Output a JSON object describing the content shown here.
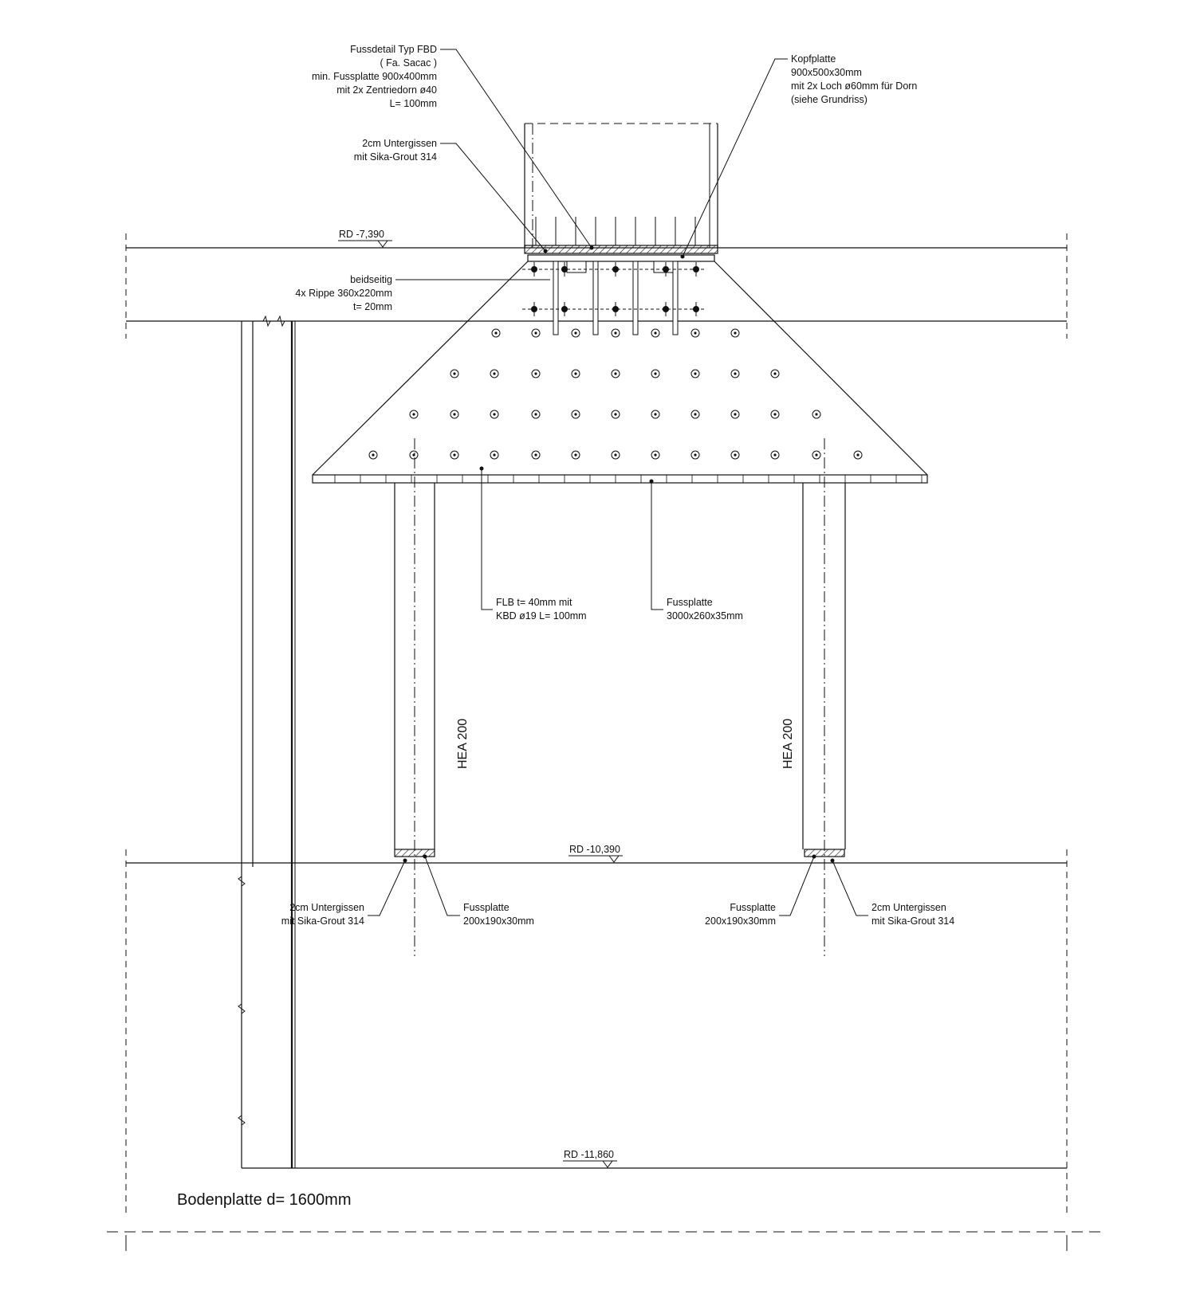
{
  "colors": {
    "ink": "#111111",
    "background": "#ffffff"
  },
  "levels": {
    "top": "RD -7,390",
    "middle": "RD -10,390",
    "bottom": "RD -11,860"
  },
  "annotations": {
    "fussdetail": [
      "Fussdetail Typ FBD",
      "( Fa. Sacac )",
      "min. Fussplatte 900x400mm",
      "mit 2x Zentriedorn ø40",
      "L= 100mm"
    ],
    "untergiessen_top": [
      "2cm Untergissen",
      "mit Sika-Grout 314"
    ],
    "kopfplatte": [
      "Kopfplatte",
      "900x500x30mm",
      "mit 2x Loch ø60mm für Dorn",
      "(siehe Grundriss)"
    ],
    "rippe": [
      "beidseitig",
      "4x Rippe 360x220mm",
      "t= 20mm"
    ],
    "flb": [
      "FLB  t= 40mm mit",
      "KBD ø19  L= 100mm"
    ],
    "fussplatte_main": [
      "Fussplatte",
      "3000x260x35mm"
    ],
    "untergiessen_left": [
      "2cm Untergissen",
      "mit Sika-Grout 314"
    ],
    "fussplatte_left": [
      "Fussplatte",
      "200x190x30mm"
    ],
    "fussplatte_right": [
      "Fussplatte",
      "200x190x30mm"
    ],
    "untergiessen_right": [
      "2cm Untergissen",
      "mit Sika-Grout 314"
    ]
  },
  "columns": {
    "left": "HEA 200",
    "right": "HEA 200"
  },
  "footer": {
    "bodenplatte": "Bodenplatte d= 1600mm"
  }
}
